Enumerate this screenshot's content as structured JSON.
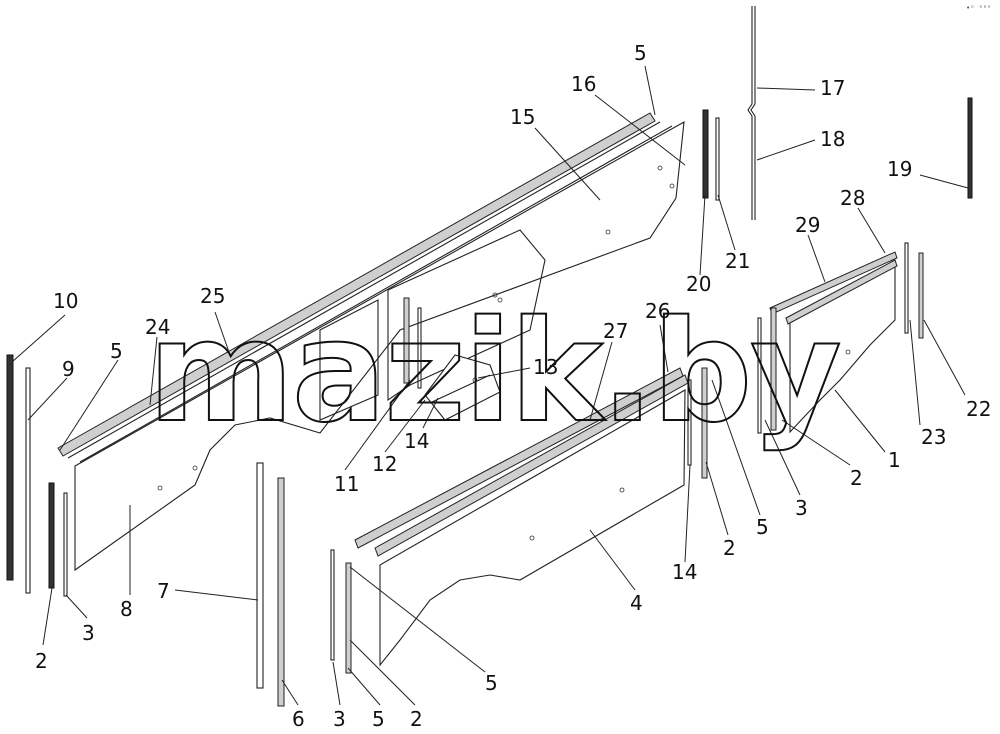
{
  "watermark": "mazik.by",
  "corner_mark": "•ᵒ ᵒᵒᵒ",
  "callouts": [
    {
      "id": "c5a",
      "label": "5"
    },
    {
      "id": "c16",
      "label": "16"
    },
    {
      "id": "c15",
      "label": "15"
    },
    {
      "id": "c17",
      "label": "17"
    },
    {
      "id": "c18",
      "label": "18"
    },
    {
      "id": "c19",
      "label": "19"
    },
    {
      "id": "c20",
      "label": "20"
    },
    {
      "id": "c21",
      "label": "21"
    },
    {
      "id": "c28",
      "label": "28"
    },
    {
      "id": "c29",
      "label": "29"
    },
    {
      "id": "c10",
      "label": "10"
    },
    {
      "id": "c9",
      "label": "9"
    },
    {
      "id": "c5b",
      "label": "5"
    },
    {
      "id": "c25",
      "label": "25"
    },
    {
      "id": "c24",
      "label": "24"
    },
    {
      "id": "c26",
      "label": "26"
    },
    {
      "id": "c27",
      "label": "27"
    },
    {
      "id": "c13",
      "label": "13"
    },
    {
      "id": "c11",
      "label": "11"
    },
    {
      "id": "c12",
      "label": "12"
    },
    {
      "id": "c14a",
      "label": "14"
    },
    {
      "id": "c1",
      "label": "1"
    },
    {
      "id": "c22",
      "label": "22"
    },
    {
      "id": "c23",
      "label": "23"
    },
    {
      "id": "c2a",
      "label": "2"
    },
    {
      "id": "c3a",
      "label": "3"
    },
    {
      "id": "c5c",
      "label": "5"
    },
    {
      "id": "c2b",
      "label": "2"
    },
    {
      "id": "c14b",
      "label": "14"
    },
    {
      "id": "c4",
      "label": "4"
    },
    {
      "id": "c8",
      "label": "8"
    },
    {
      "id": "c7",
      "label": "7"
    },
    {
      "id": "c2c",
      "label": "2"
    },
    {
      "id": "c3b",
      "label": "3"
    },
    {
      "id": "c5d",
      "label": "5"
    },
    {
      "id": "c6",
      "label": "6"
    },
    {
      "id": "c3c",
      "label": "3"
    },
    {
      "id": "c5e",
      "label": "5"
    },
    {
      "id": "c2d",
      "label": "2"
    }
  ]
}
